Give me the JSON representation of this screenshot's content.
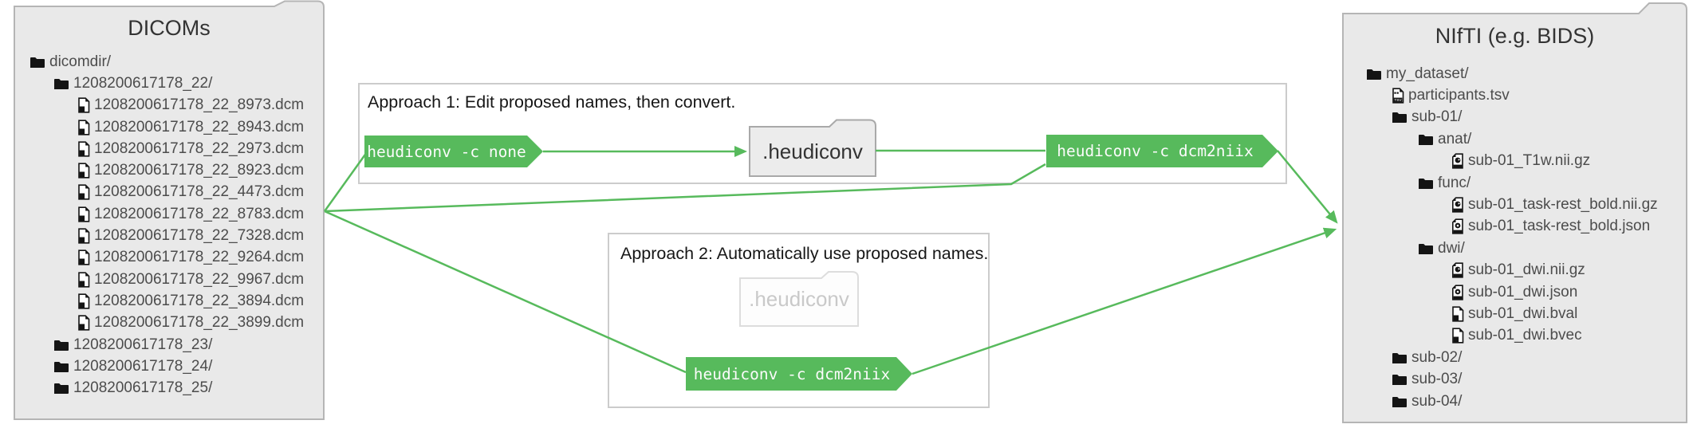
{
  "left_panel": {
    "title": "DICOMs",
    "tree": [
      {
        "name": "dicomdir/",
        "icon": "folder-icon",
        "depth": 0
      },
      {
        "name": "1208200617178_22/",
        "icon": "folder-icon",
        "depth": 1
      },
      {
        "name": "1208200617178_22_8973.dcm",
        "icon": "file-icon",
        "depth": 2
      },
      {
        "name": "1208200617178_22_8943.dcm",
        "icon": "file-icon",
        "depth": 2
      },
      {
        "name": "1208200617178_22_2973.dcm",
        "icon": "file-icon",
        "depth": 2
      },
      {
        "name": "1208200617178_22_8923.dcm",
        "icon": "file-icon",
        "depth": 2
      },
      {
        "name": "1208200617178_22_4473.dcm",
        "icon": "file-icon",
        "depth": 2
      },
      {
        "name": "1208200617178_22_8783.dcm",
        "icon": "file-icon",
        "depth": 2
      },
      {
        "name": "1208200617178_22_7328.dcm",
        "icon": "file-icon",
        "depth": 2
      },
      {
        "name": "1208200617178_22_9264.dcm",
        "icon": "file-icon",
        "depth": 2
      },
      {
        "name": "1208200617178_22_9967.dcm",
        "icon": "file-icon",
        "depth": 2
      },
      {
        "name": "1208200617178_22_3894.dcm",
        "icon": "file-icon",
        "depth": 2
      },
      {
        "name": "1208200617178_22_3899.dcm",
        "icon": "file-icon",
        "depth": 2
      },
      {
        "name": "1208200617178_23/",
        "icon": "folder-icon",
        "depth": 1
      },
      {
        "name": "1208200617178_24/",
        "icon": "folder-icon",
        "depth": 1
      },
      {
        "name": "1208200617178_25/",
        "icon": "folder-icon",
        "depth": 1
      }
    ]
  },
  "approach1": {
    "label": "Approach 1: Edit proposed names, then convert.",
    "cmd_none": "heudiconv -c none",
    "folder": ".heudiconv",
    "cmd_convert": "heudiconv -c dcm2niix"
  },
  "approach2": {
    "label": "Approach 2: Automatically use proposed names.",
    "folder": ".heudiconv",
    "cmd_convert": "heudiconv -c dcm2niix"
  },
  "right_panel": {
    "title": "NIfTI (e.g. BIDS)",
    "tree": [
      {
        "name": "my_dataset/",
        "icon": "folder-icon",
        "depth": 0
      },
      {
        "name": "participants.tsv",
        "icon": "tsv-file-icon",
        "depth": 1
      },
      {
        "name": "sub-01/",
        "icon": "folder-icon",
        "depth": 1
      },
      {
        "name": "anat/",
        "icon": "folder-icon",
        "depth": 2
      },
      {
        "name": "sub-01_T1w.nii.gz",
        "icon": "nifti-file-icon",
        "depth": 3
      },
      {
        "name": "func/",
        "icon": "folder-icon",
        "depth": 2
      },
      {
        "name": "sub-01_task-rest_bold.nii.gz",
        "icon": "nifti-file-icon",
        "depth": 3
      },
      {
        "name": "sub-01_task-rest_bold.json",
        "icon": "json-file-icon",
        "depth": 3
      },
      {
        "name": "dwi/",
        "icon": "folder-icon",
        "depth": 2
      },
      {
        "name": "sub-01_dwi.nii.gz",
        "icon": "nifti-file-icon",
        "depth": 3
      },
      {
        "name": "sub-01_dwi.json",
        "icon": "json-file-icon",
        "depth": 3
      },
      {
        "name": "sub-01_dwi.bval",
        "icon": "file-icon",
        "depth": 3
      },
      {
        "name": "sub-01_dwi.bvec",
        "icon": "file-icon",
        "depth": 3
      },
      {
        "name": "sub-02/",
        "icon": "folder-icon",
        "depth": 1
      },
      {
        "name": "sub-03/",
        "icon": "folder-icon",
        "depth": 1
      },
      {
        "name": "sub-04/",
        "icon": "folder-icon",
        "depth": 1
      }
    ]
  },
  "colors": {
    "green": "#57ba5c",
    "panel_fill": "#e9e9e9",
    "panel_border": "#b5b5b5",
    "box_border": "#cccccc"
  }
}
